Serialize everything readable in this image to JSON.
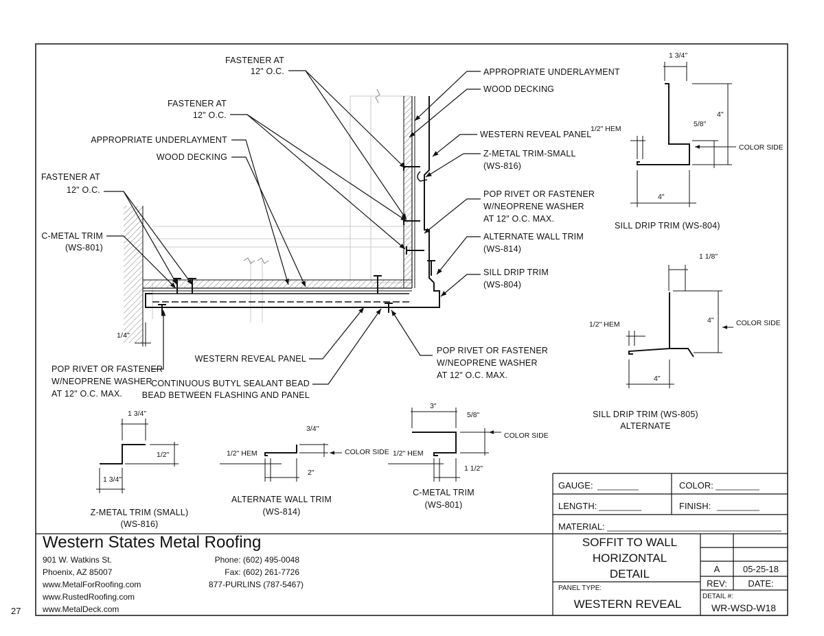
{
  "page_number": "27",
  "callouts": {
    "fastener_top_1": [
      "FASTENER AT",
      "12\" O.C."
    ],
    "fastener_top_2": [
      "FASTENER AT",
      "12\" O.C."
    ],
    "underlayment_left": "APPROPRIATE UNDERLAYMENT",
    "wood_decking_left": "WOOD DECKING",
    "fastener_left": [
      "FASTENER AT",
      "12\" O.C."
    ],
    "c_metal_trim": [
      "C-METAL TRIM",
      "(WS-801)"
    ],
    "underlayment_right": "APPROPRIATE UNDERLAYMENT",
    "wood_decking_right": "WOOD DECKING",
    "western_reveal_panel_right": "WESTERN REVEAL PANEL",
    "z_metal_trim_small": [
      "Z-METAL TRIM-SMALL",
      "(WS-816)"
    ],
    "pop_rivet_upper": [
      "POP RIVET OR FASTENER",
      "W/NEOPRENE WASHER",
      "AT 12\" O.C. MAX."
    ],
    "alternate_wall_trim": [
      "ALTERNATE WALL TRIM",
      "(WS-814)"
    ],
    "sill_drip_trim": [
      "SILL DRIP TRIM",
      "(WS-804)"
    ],
    "pop_rivet_left": [
      "POP RIVET OR FASTENER",
      "W/NEOPRENE WASHER",
      "AT 12\" O.C. MAX."
    ],
    "western_reveal_panel_bottom": "WESTERN REVEAL PANEL",
    "butyl_sealant": [
      "CONTINUOUS BUTYL SEALANT BEAD",
      "BEAD BETWEEN FLASHING AND PANEL"
    ],
    "pop_rivet_bottom": [
      "POP RIVET OR FASTENER",
      "W/NEOPRENE WASHER",
      "AT 12\" O.C. MAX."
    ],
    "quarter_dim": "1/4\""
  },
  "details": {
    "sill_804": {
      "title": "SILL DRIP TRIM (WS-804)",
      "top_dim": "1 3/4\"",
      "hem": "1/2\" HEM",
      "color_side": "COLOR SIDE",
      "height_dim": "4\"",
      "small_dim": "5/8\"",
      "width_dim": "4\""
    },
    "sill_805": {
      "title": [
        "SILL DRIP TRIM (WS-805)",
        "ALTERNATE"
      ],
      "top_dim": "1 1/8\"",
      "hem": "1/2\" HEM",
      "color_side": "COLOR SIDE",
      "height_dim": "4\"",
      "width_dim": "4\""
    },
    "z_816": {
      "title": [
        "Z-METAL TRIM (SMALL)",
        "(WS-816)"
      ],
      "top_dim": "1 3/4\"",
      "height_dim": "1/2\"",
      "bottom_dim": "1 3/4\""
    },
    "wall_814": {
      "title": [
        "ALTERNATE WALL TRIM",
        "(WS-814)"
      ],
      "hem": "1/2\" HEM",
      "color_side": "COLOR SIDE",
      "top_dim": "3/4\"",
      "width_dim": "2\""
    },
    "c_801": {
      "title": [
        "C-METAL TRIM",
        "(WS-801)"
      ],
      "hem": "1/2\" HEM",
      "color_side": "COLOR SIDE",
      "top_dim": "3\"",
      "right_dim": "5/8\"",
      "bottom_dim": "1 1/2\""
    }
  },
  "title_block": {
    "gauge_label": "GAUGE:",
    "color_label": "COLOR:",
    "length_label": "LENGTH:",
    "finish_label": "FINISH:",
    "material_label": "MATERIAL:",
    "title_lines": [
      "SOFFIT TO WALL",
      "HORIZONTAL",
      "DETAIL"
    ],
    "panel_type_label": "PANEL TYPE:",
    "panel_type": "WESTERN REVEAL",
    "rev_value": "A",
    "date_value": "05-25-18",
    "rev_label": "REV:",
    "date_label": "DATE:",
    "detail_label": "DETAIL #:",
    "detail_number": "WR-WSD-W18"
  },
  "company": {
    "name": "Western States Metal Roofing",
    "address1": "901 W. Watkins St.",
    "address2": "Phoenix, AZ 85007",
    "web1": "www.MetalForRoofing.com",
    "web2": "www.RustedRoofing.com",
    "web3": "www.MetalDeck.com",
    "phone": "Phone: (602) 495-0048",
    "fax": "Fax: (602) 261-7726",
    "purlins": "877-PURLINS (787-5467)"
  }
}
